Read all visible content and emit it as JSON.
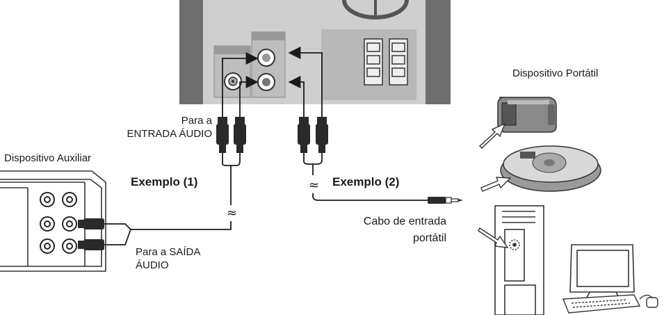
{
  "labels": {
    "to_audio_input": [
      "Para a",
      "ENTRADA ÁUDIO"
    ],
    "auxiliary_device": "Dispositivo Auxiliar",
    "example_1": "Exemplo (1)",
    "example_2": "Exemplo (2)",
    "to_audio_output": [
      "Para a SAÍDA",
      "ÁUDIO"
    ],
    "portable_input_cable": [
      "Cabo de entrada",
      "portátil"
    ],
    "portable_device": "Dispositivo Portátil",
    "break_symbol": "≈"
  },
  "colors": {
    "panel_dark": "#6e6e6e",
    "panel_light": "#cfcfcf",
    "panel_mid": "#bdbdbd",
    "line": "#1a1a1a",
    "plug": "#2a2a2a"
  }
}
